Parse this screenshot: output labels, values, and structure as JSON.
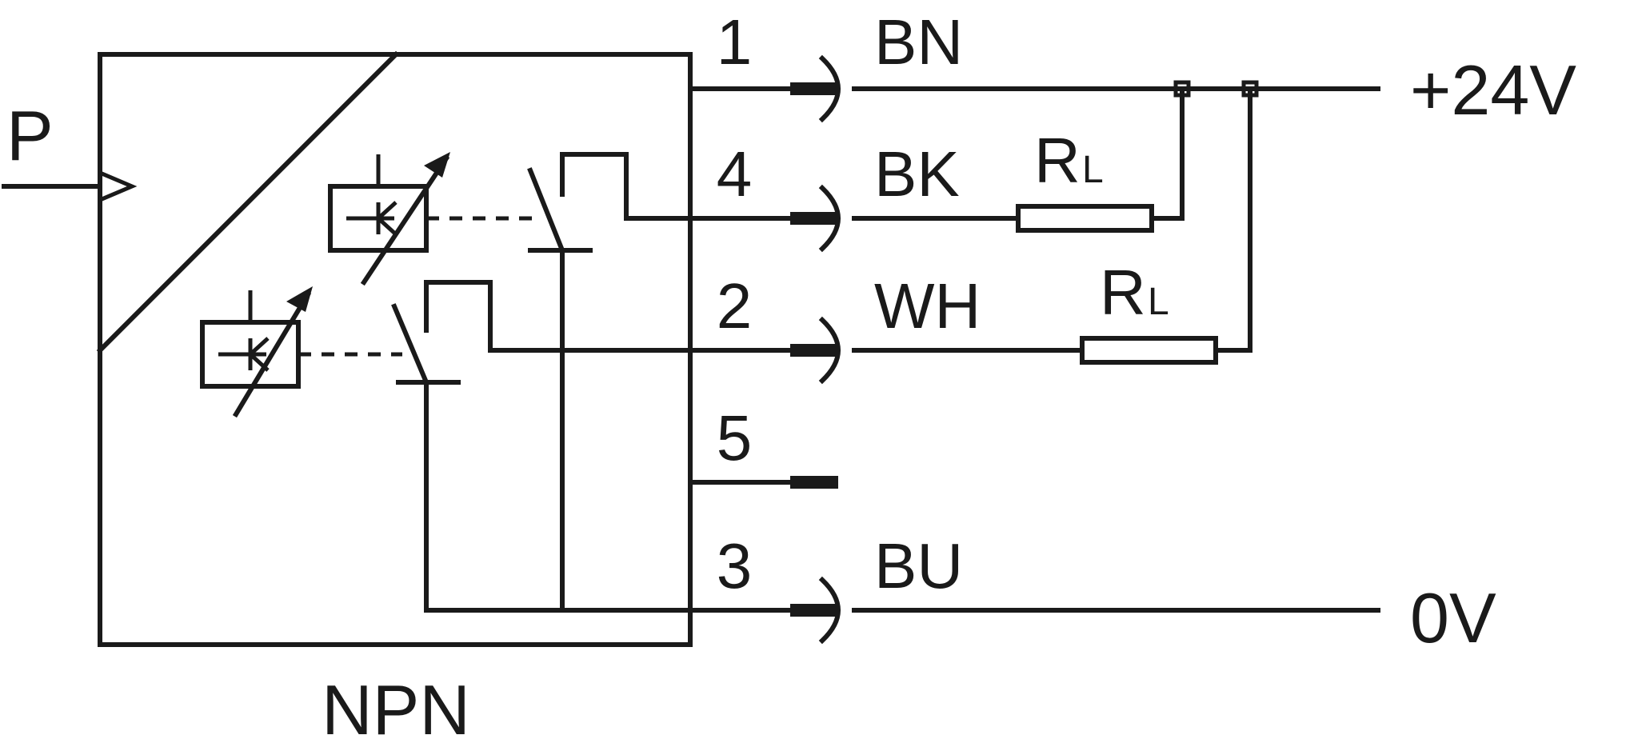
{
  "input": {
    "label": "P"
  },
  "device": {
    "type_label": "NPN"
  },
  "pins": [
    {
      "number": "1",
      "wire": "BN"
    },
    {
      "number": "4",
      "wire": "BK"
    },
    {
      "number": "2",
      "wire": "WH"
    },
    {
      "number": "5",
      "wire": ""
    },
    {
      "number": "3",
      "wire": "BU"
    }
  ],
  "loads": [
    {
      "symbol": "R",
      "subscript": "L"
    },
    {
      "symbol": "R",
      "subscript": "L"
    }
  ],
  "supply": {
    "positive": "+24V",
    "ground": "0V"
  }
}
